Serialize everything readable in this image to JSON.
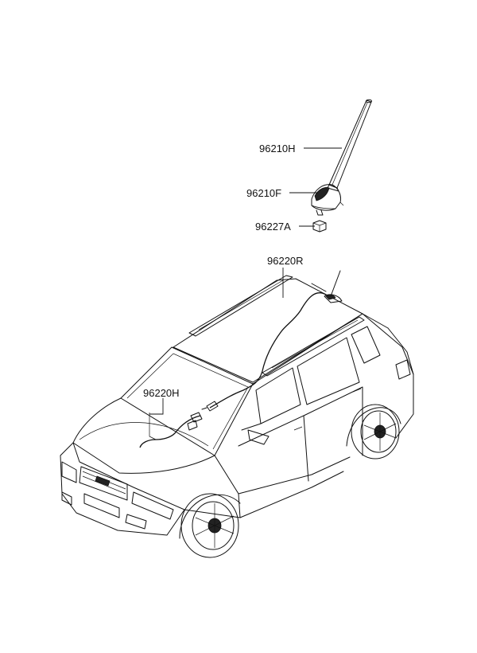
{
  "diagram": {
    "parts": [
      {
        "id": "96210H",
        "label": "96210H"
      },
      {
        "id": "96210F",
        "label": "96210F"
      },
      {
        "id": "96227A",
        "label": "96227A"
      },
      {
        "id": "96220R",
        "label": "96220R"
      },
      {
        "id": "96220H",
        "label": "96220H"
      }
    ]
  }
}
